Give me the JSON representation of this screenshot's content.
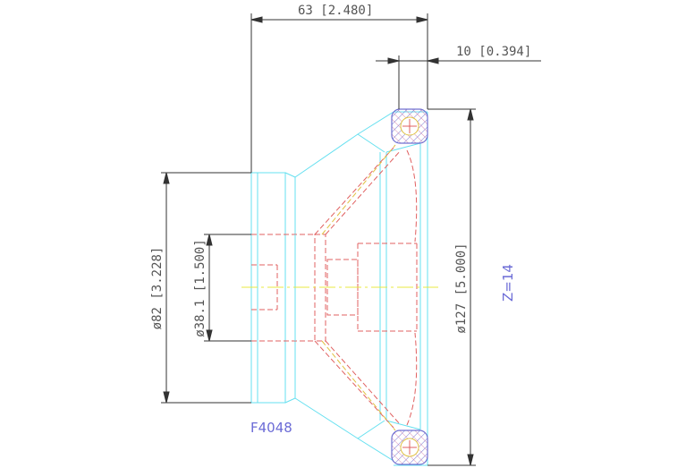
{
  "drawing": {
    "part_number": "F4048",
    "tooth_count": "Z=14",
    "dimensions": {
      "overall_depth": "63 [2.480]",
      "rim_offset": "10 [0.394]",
      "hub_diameter": "ø82 [3.228]",
      "bore_diameter": "ø38.1 [1.500]",
      "outer_diameter": "ø127 [5.000]"
    },
    "colors": {
      "outline": "#66e0f0",
      "hidden": "#e06060",
      "center": "#e8e840",
      "dimension": "#333333",
      "hatch": "#7070d0",
      "label": "#6b6bd6"
    }
  }
}
